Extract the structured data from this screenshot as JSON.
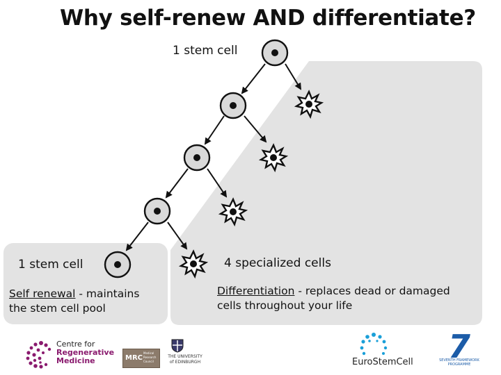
{
  "slide": {
    "title": "Why self-renew AND differentiate?",
    "top_label": "1 stem cell",
    "bottom_left_label": "1 stem cell",
    "bottom_right_label": "4 specialized cells",
    "self_renewal": {
      "term": "Self renewal",
      "rest_line1": " - maintains",
      "line2": "the stem cell pool"
    },
    "differentiation": {
      "term": "Differentiation",
      "rest_line1": " - replaces dead or damaged",
      "line2": "cells throughout your life"
    }
  },
  "logos": {
    "crm": {
      "line1": "Centre for",
      "line2": "Regenerative",
      "line3": "Medicine"
    },
    "mrc": {
      "text": "MRC",
      "sub1": "Medical",
      "sub2": "Research",
      "sub3": "Council"
    },
    "edinburgh": {
      "line1": "THE UNIVERSITY",
      "line2": "of EDINBURGH"
    },
    "eurostemcell": {
      "text": "EuroStemCell"
    },
    "fp7": {
      "number": "7",
      "line1": "SEVENTH FRAMEWORK",
      "line2": "PROGRAMME"
    }
  },
  "colors": {
    "panel": "#e3e3e3",
    "cell_fill": "#d9d9d9",
    "crm_purple": "#8a1a6e",
    "eurostemcell_blue": "#1a9fd8",
    "fp7_blue": "#1c5ca8"
  },
  "icons": [
    "stem-cell-icon",
    "specialized-cell-icon",
    "arrow-icon"
  ]
}
